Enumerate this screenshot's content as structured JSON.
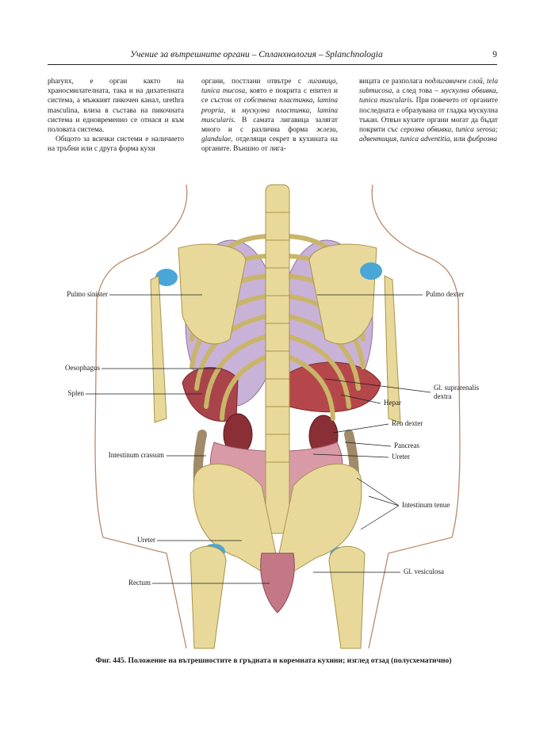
{
  "header": {
    "title": "Учение за вътрешните органи – Спланхнология – Splanchnologia",
    "page_number": "9"
  },
  "columns": {
    "col1": {
      "p1": "pharynx, е орган както на храносмилателната, така и на дихателната система, а мъжкият пикочен канал, urethra masculina, влиза в състава на пикочната система и едновременно се отнася и към половата система.",
      "p2": "Общото за всички системи е наличието на тръбни или с друга форма кухи"
    },
    "col2": {
      "t1": "органи, постлани отвътре с ",
      "t2": "лигавица, tunica mucosa,",
      "t3": " която е покрита с епител и се състои от ",
      "t4": "собствена пластинка, lamina propria,",
      "t5": " и ",
      "t6": "мускулна пластинка, lamina muscularis.",
      "t7": " В самата лигавица залягат много и с различна форма ",
      "t8": "жлези, glandulae,",
      "t9": " отделящи секрет в кухината на органите. Външно от лига-"
    },
    "col3": {
      "t1": "вицата се разполага ",
      "t2": "подлигавичен слой, tela submucosa,",
      "t3": " а след това – ",
      "t4": "мускулна обвивка, tunica muscularis.",
      "t5": " При повечето от органите последната е образувана от гладка мускулна тъкан. Отвън кухите органи могат да бъдат покрити със ",
      "t6": "серозна обвивка, tunica serosa;",
      "t7": " ",
      "t8": "адвентиция, tunica adventitia,",
      "t9": " или ",
      "t10": "фиброзна"
    }
  },
  "figure": {
    "labels_left": {
      "pulmo_sinister": "Pulmo sinister",
      "oesophagus": "Oesophagus",
      "splen": "Splen",
      "intestinum_crassum": "Intestinum crassum",
      "ureter": "Ureter",
      "rectum": "Rectum"
    },
    "labels_right": {
      "pulmo_dexter": "Pulmo dexter",
      "gl_suprarenalis": "Gl. suprarenalis",
      "dextra": "dextra",
      "hepar": "Hepar",
      "ren_dexter": "Ren dexter",
      "pancreas": "Pancreas",
      "ureter": "Ureter",
      "intestinum_tenue": "Intestinum tenue",
      "gl_vesiculosa": "Gl. vesiculosa"
    },
    "colors": {
      "bone": "#e8d99a",
      "bone_shadow": "#c9b56a",
      "lung": "#c9b2d8",
      "liver": "#b5474a",
      "intestine": "#d99aa8",
      "cartilage": "#4aa6d6"
    }
  },
  "caption": "Фиг. 445. Положение на вътрешностите в гръдната и коремната кухини; изглед отзад (полусхематично)"
}
